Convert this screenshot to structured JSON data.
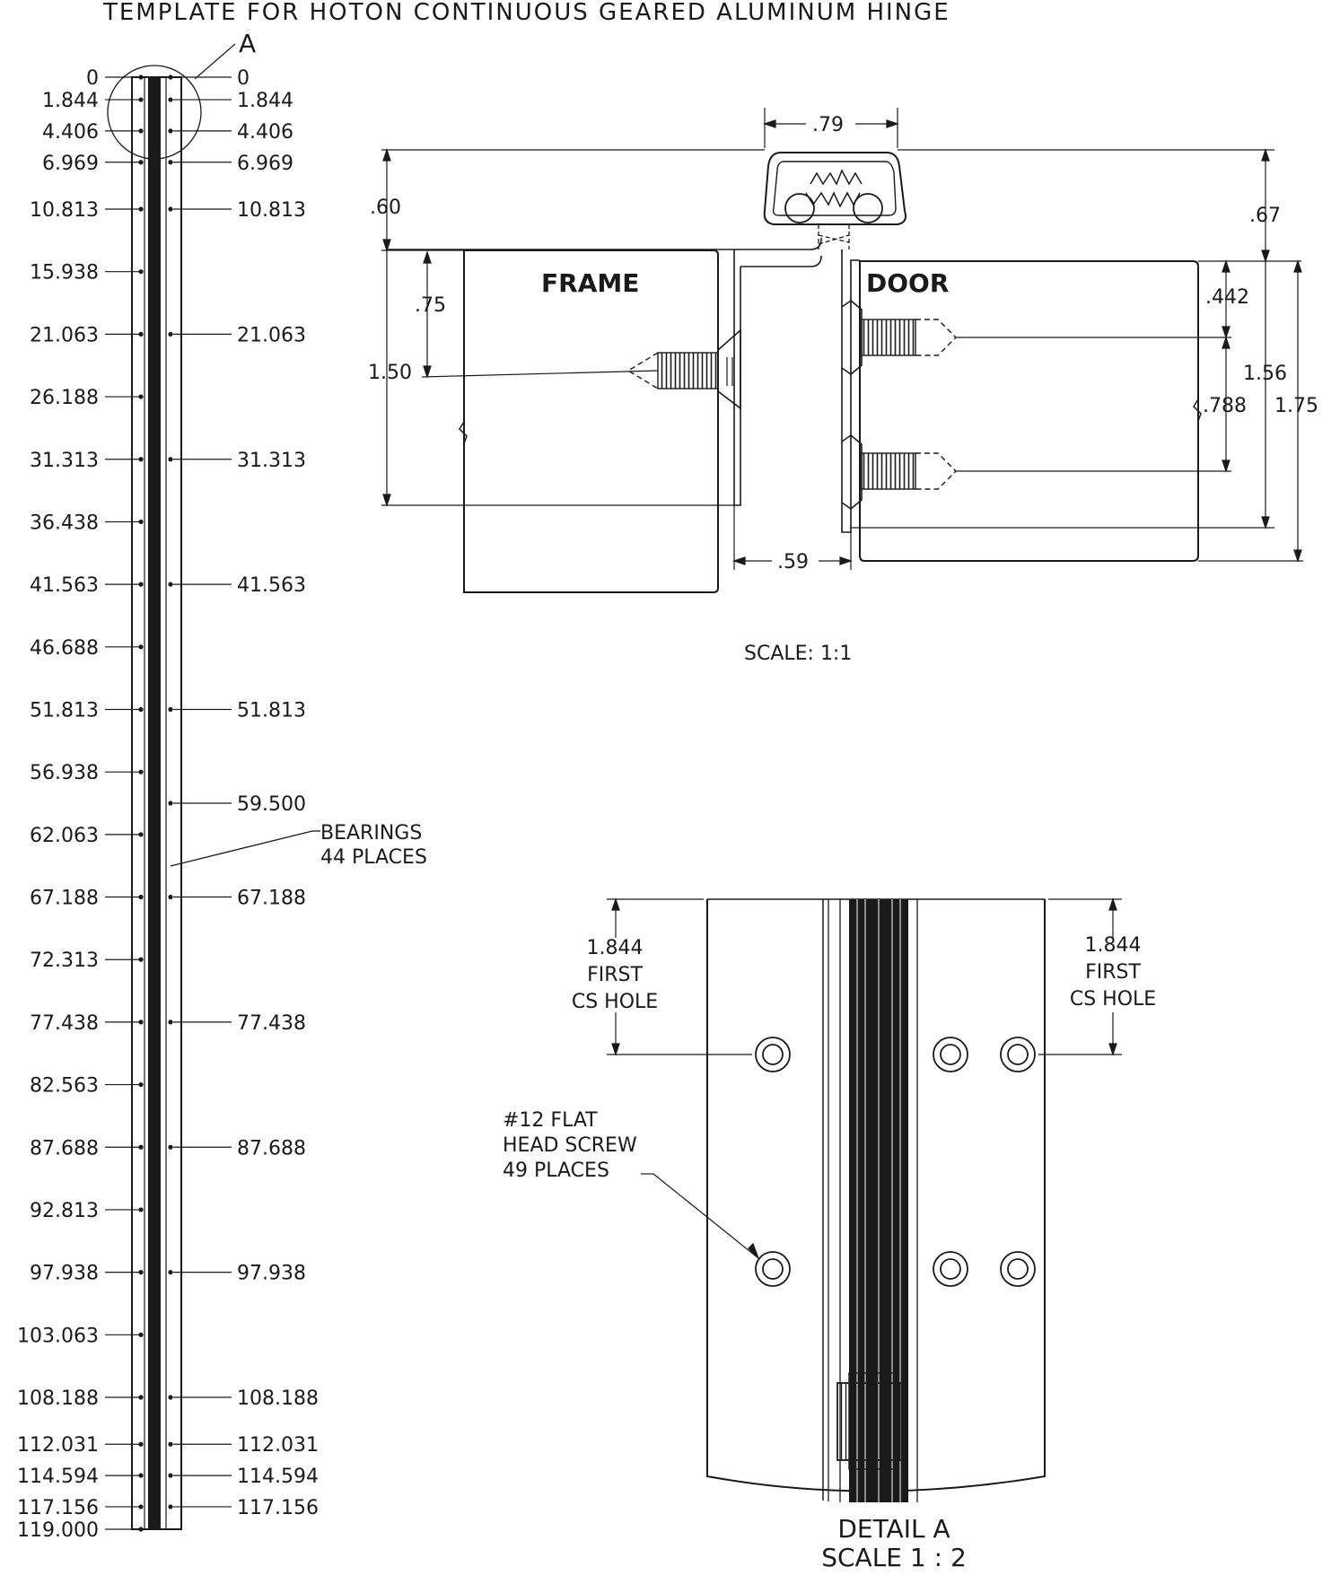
{
  "title": "TEMPLATE FOR HOTON CONTINUOUS GEARED ALUMINUM HINGE",
  "elevation": {
    "detail_marker": "A",
    "left_positions": [
      "0",
      "1.844",
      "4.406",
      "6.969",
      "10.813",
      "15.938",
      "21.063",
      "26.188",
      "31.313",
      "36.438",
      "41.563",
      "46.688",
      "51.813",
      "56.938",
      "62.063",
      "67.188",
      "72.313",
      "77.438",
      "82.563",
      "87.688",
      "92.813",
      "97.938",
      "103.063",
      "108.188",
      "112.031",
      "114.594",
      "117.156",
      "119.000"
    ],
    "right_positions": [
      "0",
      "1.844",
      "4.406",
      "6.969",
      "10.813",
      "21.063",
      "31.313",
      "41.563",
      "51.813",
      "59.500",
      "67.188",
      "77.438",
      "87.688",
      "97.938",
      "108.188",
      "112.031",
      "114.594",
      "117.156"
    ],
    "bearings_label": [
      "BEARINGS",
      "44 PLACES"
    ]
  },
  "section": {
    "frame_label": "FRAME",
    "door_label": "DOOR",
    "dims": {
      "top_width": ".79",
      "left_top": ".60",
      "right_top": ".67",
      "frame_screw": ".75",
      "frame_depth": "1.50",
      "door_screw_top": ".442",
      "door_screw_gap": ".788",
      "door_overall": "1.56",
      "door_total": "1.75",
      "gap": ".59"
    },
    "scale": "SCALE: 1:1"
  },
  "detail": {
    "left_callout": [
      "1.844",
      "FIRST",
      "CS HOLE"
    ],
    "right_callout": [
      "1.844",
      "FIRST",
      "CS HOLE"
    ],
    "screw_callout": [
      "#12 FLAT",
      "HEAD SCREW",
      "49 PLACES"
    ],
    "caption": [
      "DETAIL A",
      "SCALE 1 : 2"
    ]
  }
}
